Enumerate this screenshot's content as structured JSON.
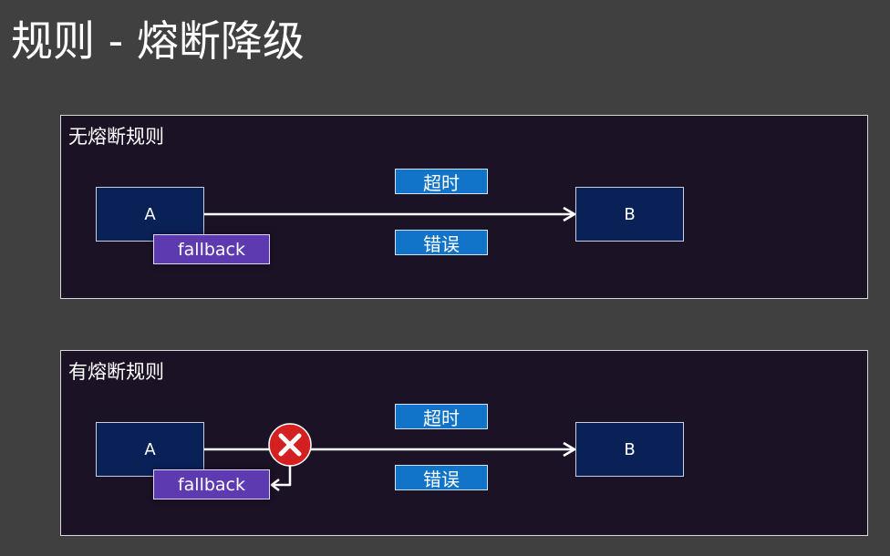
{
  "slide": {
    "title": "规则 - 熔断降级"
  },
  "panels": [
    {
      "label": "无熔断规则",
      "node_a": "A",
      "node_b": "B",
      "fallback": "fallback",
      "tag_top": "超时",
      "tag_bottom": "错误",
      "circuit_breaker_shown": false
    },
    {
      "label": "有熔断规则",
      "node_a": "A",
      "node_b": "B",
      "fallback": "fallback",
      "tag_top": "超时",
      "tag_bottom": "错误",
      "circuit_breaker_shown": true
    }
  ],
  "colors": {
    "background": "#404040",
    "panel": "#1c1226",
    "node": "#0a2158",
    "fallback": "#5e3ab0",
    "tag": "#1174c8",
    "breaker": "#d42020"
  },
  "icons": {
    "breaker": "close-icon"
  }
}
